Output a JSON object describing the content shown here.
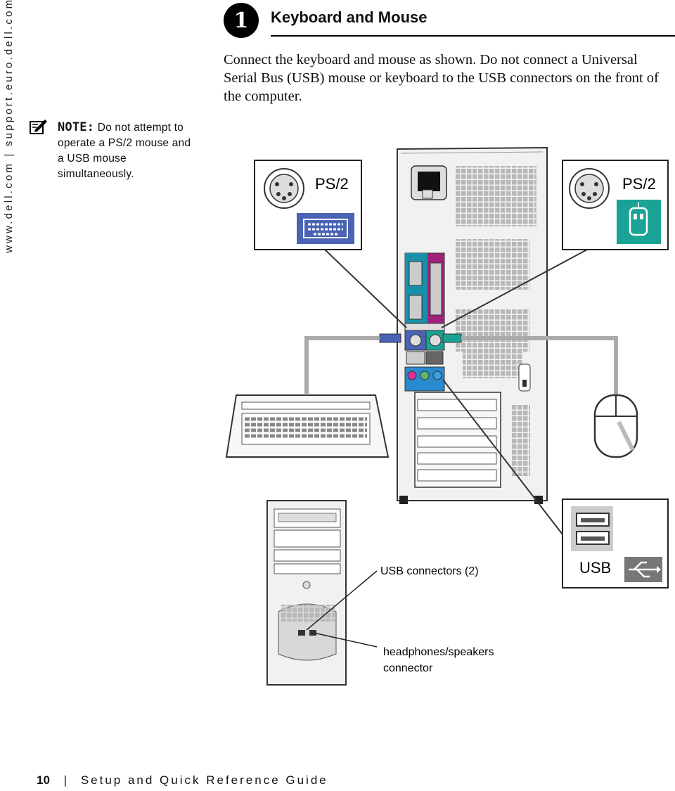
{
  "sidebar": {
    "url_text": "www.dell.com | support.euro.dell.com"
  },
  "step": {
    "number": "1",
    "title": "Keyboard and Mouse"
  },
  "intro": "Connect the keyboard and mouse as shown. Do not connect a Universal Serial Bus (USB) mouse or keyboard to the USB connectors on the front of the computer.",
  "note": {
    "label": "NOTE:",
    "text": "Do not attempt to operate a PS/2 mouse and a USB mouse simultaneously."
  },
  "figure": {
    "keyboard_port_label": "PS/2",
    "mouse_port_label": "PS/2",
    "usb_label": "USB",
    "callout_usb": "USB connectors (2)",
    "callout_headphones_line1": "headphones/speakers",
    "callout_headphones_line2": "connector",
    "colors": {
      "keyboard_purple": "#4a63b4",
      "mouse_teal": "#1aa394",
      "accent_magenta": "#a0227a",
      "audio_green": "#5fb86a"
    }
  },
  "footer": {
    "page_number": "10",
    "separator": "|",
    "title": "Setup and Quick Reference Guide"
  }
}
